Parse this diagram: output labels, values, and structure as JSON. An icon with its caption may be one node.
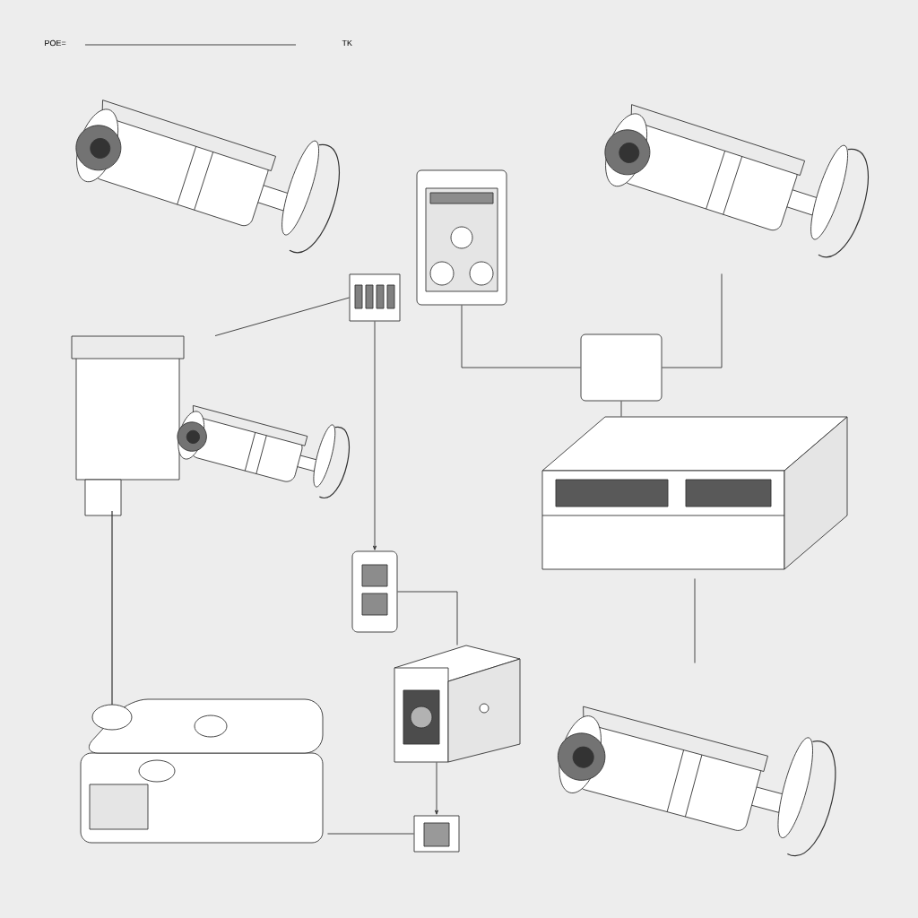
{
  "diagram": {
    "nodes": [
      {
        "text": [],
        "shape": "picture"
      },
      {
        "text": [],
        "shape": "picture"
      },
      {
        "text": [],
        "shape": "picture"
      },
      {
        "text": [],
        "shape": "picture"
      },
      {
        "text": [],
        "shape": "box"
      },
      {
        "text": [],
        "shape": "picture"
      },
      {
        "text": [],
        "shape": "picture"
      },
      {
        "text": [],
        "shape": "picture"
      },
      {
        "text": [],
        "shape": "picture"
      },
      {
        "text": [],
        "shape": "picture"
      },
      {
        "text": [],
        "shape": "picture"
      },
      {
        "text": [],
        "shape": "picture"
      }
    ],
    "edges": [
      {
        "from": 3,
        "to": 7,
        "arrow": "to"
      },
      {
        "from": 2,
        "to": 4,
        "arrow": "none"
      },
      {
        "from": 4,
        "to": 6,
        "arrow": "none"
      },
      {
        "from": 1,
        "to": 4,
        "arrow": "none"
      },
      {
        "from": 7,
        "to": 8,
        "arrow": "none"
      },
      {
        "from": 8,
        "to": 11,
        "arrow": "to"
      },
      {
        "from": 9,
        "to": 11,
        "arrow": "none"
      },
      {
        "from": 5,
        "to": 3,
        "arrow": "none"
      },
      {
        "from": 6,
        "to": 10,
        "arrow": "none"
      }
    ],
    "labels": [
      "POE=",
      "TK"
    ]
  }
}
